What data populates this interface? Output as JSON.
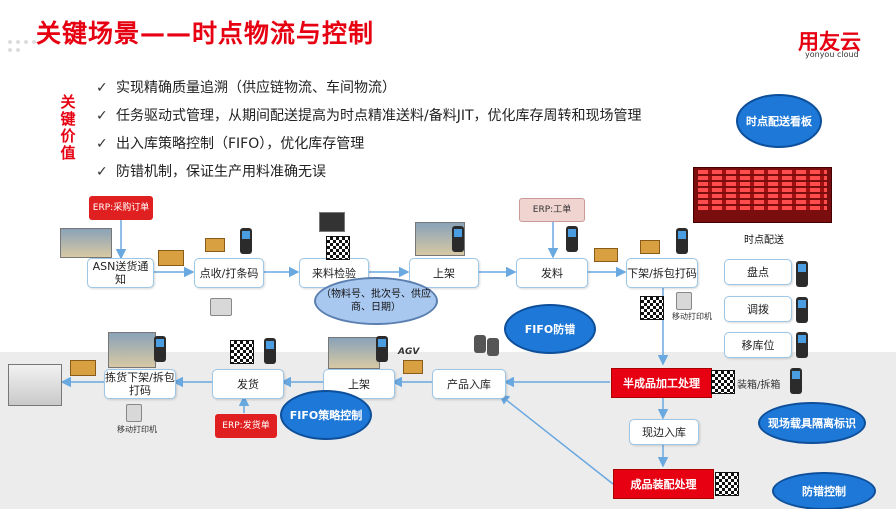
{
  "header": {
    "title": "关键场景——时点物流与控制",
    "logo": "用友云",
    "logo_sub": "yonyou cloud"
  },
  "side_label": "关键价值",
  "bullets": [
    "实现精确质量追溯（供应链物流、车间物流）",
    "任务驱动式管理，从期间配送提高为时点精准送料/备料JIT，优化库存周转和现场管理",
    "出入库策略控制（FIFO），优化库存管理",
    "防错机制，保证生产用料准确无误"
  ],
  "bullet_mark": "✓",
  "erp": {
    "purchase": "ERP:采购订单",
    "work_order": "ERP:工单",
    "shipment": "ERP:发货单"
  },
  "nodes": {
    "asn": "ASN送货通知",
    "receive": "点收/打条码",
    "inspect": "来料检验",
    "shelve_top": "上架",
    "issue": "发料",
    "unshelve_top": "下架/拆包打码",
    "count": "盘点",
    "transfer": "调拨",
    "move": "移库位",
    "semi": "半成品加工处理",
    "line_return": "现边入库",
    "finished": "成品装配处理",
    "product_in": "产品入库",
    "shelve_bottom": "上架",
    "ship": "发货",
    "pick": "拣货下架/拆包打码"
  },
  "clouds": {
    "board": "时点配送看板",
    "batch": "（物料号、批次号、供应商、日期）",
    "fifo_guard": "FIFO防错",
    "fifo_strategy": "FIFO策略控制",
    "site_label": "现场载具隔离标识",
    "guard": "防错控制"
  },
  "captions": {
    "board": "时点配送",
    "mobile_printer": "移动打印机",
    "box_pack": "装箱/拆箱",
    "agv": "AGV"
  },
  "colors": {
    "brand_red": "#e60012",
    "cloud_blue": "#1e78d7",
    "node_border": "#9cc7e6"
  }
}
